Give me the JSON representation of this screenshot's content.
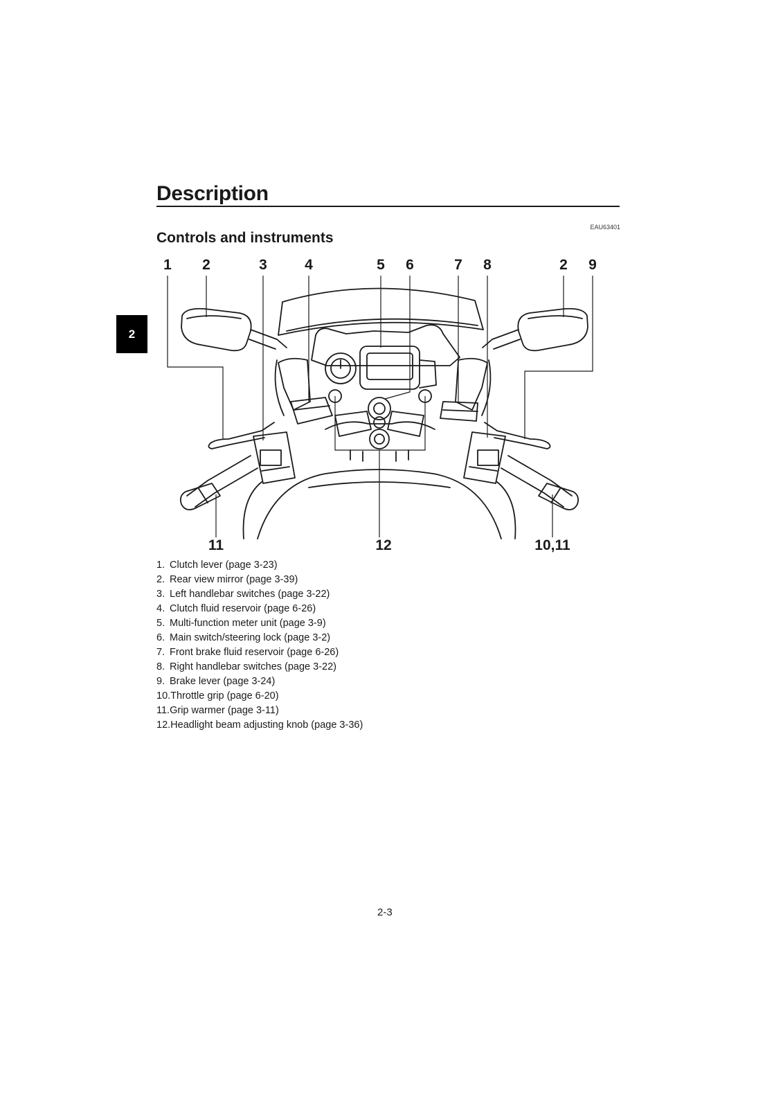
{
  "header": {
    "title": "Description",
    "doc_code": "EAU63401"
  },
  "section": {
    "title": "Controls and instruments"
  },
  "chapter_tab": "2",
  "diagram": {
    "callouts_top": [
      "1",
      "2",
      "3",
      "4",
      "5",
      "6",
      "7",
      "8",
      "2",
      "9"
    ],
    "callouts_bottom": [
      "11",
      "12",
      "10,11"
    ]
  },
  "legend": [
    {
      "num": "1.",
      "text": "Clutch lever (page 3-23)"
    },
    {
      "num": "2.",
      "text": "Rear view mirror (page 3-39)"
    },
    {
      "num": "3.",
      "text": "Left handlebar switches (page 3-22)"
    },
    {
      "num": "4.",
      "text": "Clutch fluid reservoir (page 6-26)"
    },
    {
      "num": "5.",
      "text": "Multi-function meter unit (page 3-9)"
    },
    {
      "num": "6.",
      "text": "Main switch/steering lock (page 3-2)"
    },
    {
      "num": "7.",
      "text": "Front brake fluid reservoir (page 6-26)"
    },
    {
      "num": "8.",
      "text": "Right handlebar switches (page 3-22)"
    },
    {
      "num": "9.",
      "text": "Brake lever (page 3-24)"
    },
    {
      "num": "10.",
      "text": "Throttle grip (page 6-20)"
    },
    {
      "num": "11.",
      "text": "Grip warmer (page 3-11)"
    },
    {
      "num": "12.",
      "text": "Headlight beam adjusting knob (page 3-36)"
    }
  ],
  "footer": {
    "page_number": "2-3"
  }
}
